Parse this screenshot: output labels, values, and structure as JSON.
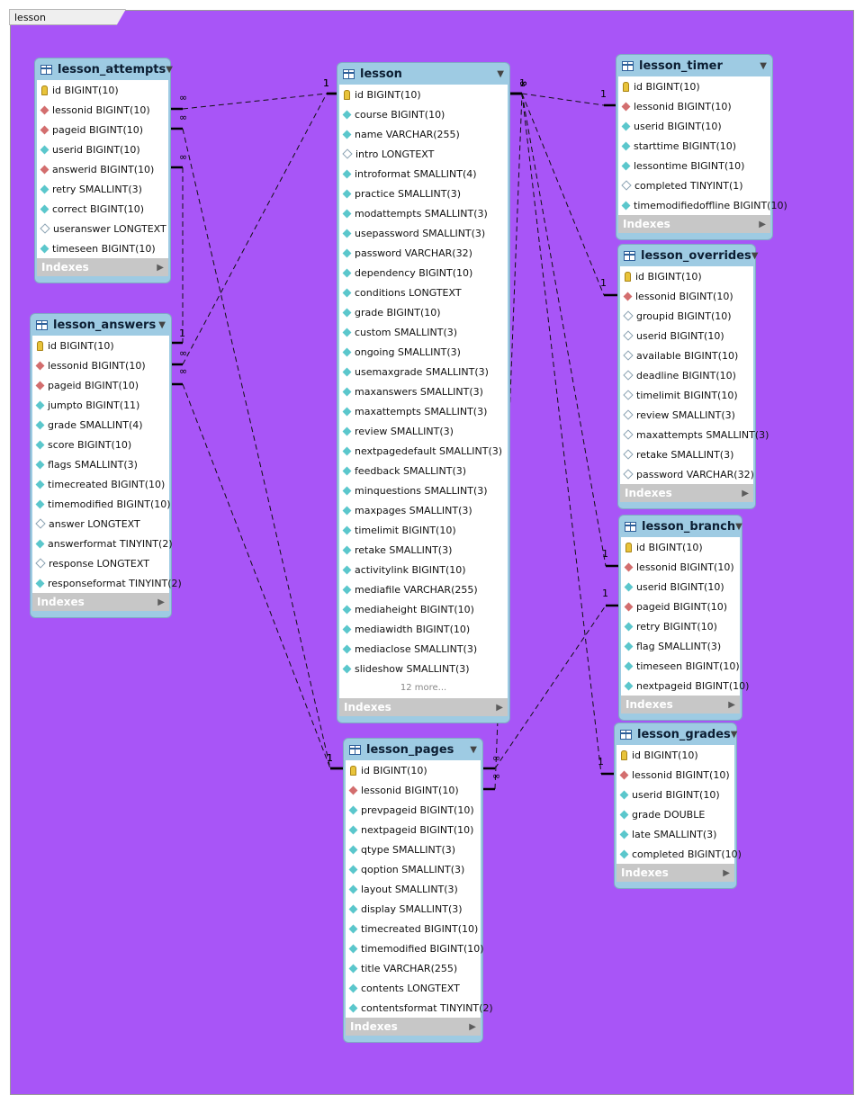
{
  "diagram_title": "lesson",
  "colors": {
    "canvas": "#a855f7",
    "table_header": "#9ecbe3",
    "indexes_bar": "#c7c7c7",
    "primary_key_icon": "#e8c33a",
    "foreign_key_icon": "#d36e6e",
    "not_null_icon": "#5bc7cc"
  },
  "indexes_label": "Indexes",
  "tables": [
    {
      "name": "lesson_attempts",
      "columns": [
        {
          "text": "id BIGINT(10)",
          "kind": "key"
        },
        {
          "text": "lessonid BIGINT(10)",
          "kind": "fk"
        },
        {
          "text": "pageid BIGINT(10)",
          "kind": "fk"
        },
        {
          "text": "userid BIGINT(10)",
          "kind": "nn"
        },
        {
          "text": "answerid BIGINT(10)",
          "kind": "fk"
        },
        {
          "text": "retry SMALLINT(3)",
          "kind": "nn"
        },
        {
          "text": "correct BIGINT(10)",
          "kind": "nn"
        },
        {
          "text": "useranswer LONGTEXT",
          "kind": "null"
        },
        {
          "text": "timeseen BIGINT(10)",
          "kind": "nn"
        }
      ]
    },
    {
      "name": "lesson_answers",
      "columns": [
        {
          "text": "id BIGINT(10)",
          "kind": "key"
        },
        {
          "text": "lessonid BIGINT(10)",
          "kind": "fk"
        },
        {
          "text": "pageid BIGINT(10)",
          "kind": "fk"
        },
        {
          "text": "jumpto BIGINT(11)",
          "kind": "nn"
        },
        {
          "text": "grade SMALLINT(4)",
          "kind": "nn"
        },
        {
          "text": "score BIGINT(10)",
          "kind": "nn"
        },
        {
          "text": "flags SMALLINT(3)",
          "kind": "nn"
        },
        {
          "text": "timecreated BIGINT(10)",
          "kind": "nn"
        },
        {
          "text": "timemodified BIGINT(10)",
          "kind": "nn"
        },
        {
          "text": "answer LONGTEXT",
          "kind": "null"
        },
        {
          "text": "answerformat TINYINT(2)",
          "kind": "nn"
        },
        {
          "text": "response LONGTEXT",
          "kind": "null"
        },
        {
          "text": "responseformat TINYINT(2)",
          "kind": "nn"
        }
      ]
    },
    {
      "name": "lesson",
      "more": "12 more...",
      "columns": [
        {
          "text": "id BIGINT(10)",
          "kind": "key"
        },
        {
          "text": "course BIGINT(10)",
          "kind": "nn"
        },
        {
          "text": "name VARCHAR(255)",
          "kind": "nn"
        },
        {
          "text": "intro LONGTEXT",
          "kind": "null"
        },
        {
          "text": "introformat SMALLINT(4)",
          "kind": "nn"
        },
        {
          "text": "practice SMALLINT(3)",
          "kind": "nn"
        },
        {
          "text": "modattempts SMALLINT(3)",
          "kind": "nn"
        },
        {
          "text": "usepassword SMALLINT(3)",
          "kind": "nn"
        },
        {
          "text": "password VARCHAR(32)",
          "kind": "nn"
        },
        {
          "text": "dependency BIGINT(10)",
          "kind": "nn"
        },
        {
          "text": "conditions LONGTEXT",
          "kind": "nn"
        },
        {
          "text": "grade BIGINT(10)",
          "kind": "nn"
        },
        {
          "text": "custom SMALLINT(3)",
          "kind": "nn"
        },
        {
          "text": "ongoing SMALLINT(3)",
          "kind": "nn"
        },
        {
          "text": "usemaxgrade SMALLINT(3)",
          "kind": "nn"
        },
        {
          "text": "maxanswers SMALLINT(3)",
          "kind": "nn"
        },
        {
          "text": "maxattempts SMALLINT(3)",
          "kind": "nn"
        },
        {
          "text": "review SMALLINT(3)",
          "kind": "nn"
        },
        {
          "text": "nextpagedefault SMALLINT(3)",
          "kind": "nn"
        },
        {
          "text": "feedback SMALLINT(3)",
          "kind": "nn"
        },
        {
          "text": "minquestions SMALLINT(3)",
          "kind": "nn"
        },
        {
          "text": "maxpages SMALLINT(3)",
          "kind": "nn"
        },
        {
          "text": "timelimit BIGINT(10)",
          "kind": "nn"
        },
        {
          "text": "retake SMALLINT(3)",
          "kind": "nn"
        },
        {
          "text": "activitylink BIGINT(10)",
          "kind": "nn"
        },
        {
          "text": "mediafile VARCHAR(255)",
          "kind": "nn"
        },
        {
          "text": "mediaheight BIGINT(10)",
          "kind": "nn"
        },
        {
          "text": "mediawidth BIGINT(10)",
          "kind": "nn"
        },
        {
          "text": "mediaclose SMALLINT(3)",
          "kind": "nn"
        },
        {
          "text": "slideshow SMALLINT(3)",
          "kind": "nn"
        }
      ]
    },
    {
      "name": "lesson_pages",
      "columns": [
        {
          "text": "id BIGINT(10)",
          "kind": "key"
        },
        {
          "text": "lessonid BIGINT(10)",
          "kind": "fk"
        },
        {
          "text": "prevpageid BIGINT(10)",
          "kind": "nn"
        },
        {
          "text": "nextpageid BIGINT(10)",
          "kind": "nn"
        },
        {
          "text": "qtype SMALLINT(3)",
          "kind": "nn"
        },
        {
          "text": "qoption SMALLINT(3)",
          "kind": "nn"
        },
        {
          "text": "layout SMALLINT(3)",
          "kind": "nn"
        },
        {
          "text": "display SMALLINT(3)",
          "kind": "nn"
        },
        {
          "text": "timecreated BIGINT(10)",
          "kind": "nn"
        },
        {
          "text": "timemodified BIGINT(10)",
          "kind": "nn"
        },
        {
          "text": "title VARCHAR(255)",
          "kind": "nn"
        },
        {
          "text": "contents LONGTEXT",
          "kind": "nn"
        },
        {
          "text": "contentsformat TINYINT(2)",
          "kind": "nn"
        }
      ]
    },
    {
      "name": "lesson_timer",
      "columns": [
        {
          "text": "id BIGINT(10)",
          "kind": "key"
        },
        {
          "text": "lessonid BIGINT(10)",
          "kind": "fk"
        },
        {
          "text": "userid BIGINT(10)",
          "kind": "nn"
        },
        {
          "text": "starttime BIGINT(10)",
          "kind": "nn"
        },
        {
          "text": "lessontime BIGINT(10)",
          "kind": "nn"
        },
        {
          "text": "completed TINYINT(1)",
          "kind": "null"
        },
        {
          "text": "timemodifiedoffline BIGINT(10)",
          "kind": "nn"
        }
      ]
    },
    {
      "name": "lesson_overrides",
      "columns": [
        {
          "text": "id BIGINT(10)",
          "kind": "key"
        },
        {
          "text": "lessonid BIGINT(10)",
          "kind": "fk"
        },
        {
          "text": "groupid BIGINT(10)",
          "kind": "null"
        },
        {
          "text": "userid BIGINT(10)",
          "kind": "null"
        },
        {
          "text": "available BIGINT(10)",
          "kind": "null"
        },
        {
          "text": "deadline BIGINT(10)",
          "kind": "null"
        },
        {
          "text": "timelimit BIGINT(10)",
          "kind": "null"
        },
        {
          "text": "review SMALLINT(3)",
          "kind": "null"
        },
        {
          "text": "maxattempts SMALLINT(3)",
          "kind": "null"
        },
        {
          "text": "retake SMALLINT(3)",
          "kind": "null"
        },
        {
          "text": "password VARCHAR(32)",
          "kind": "null"
        }
      ]
    },
    {
      "name": "lesson_branch",
      "columns": [
        {
          "text": "id BIGINT(10)",
          "kind": "key"
        },
        {
          "text": "lessonid BIGINT(10)",
          "kind": "fk"
        },
        {
          "text": "userid BIGINT(10)",
          "kind": "nn"
        },
        {
          "text": "pageid BIGINT(10)",
          "kind": "fk"
        },
        {
          "text": "retry BIGINT(10)",
          "kind": "nn"
        },
        {
          "text": "flag SMALLINT(3)",
          "kind": "nn"
        },
        {
          "text": "timeseen BIGINT(10)",
          "kind": "nn"
        },
        {
          "text": "nextpageid BIGINT(10)",
          "kind": "nn"
        }
      ]
    },
    {
      "name": "lesson_grades",
      "columns": [
        {
          "text": "id BIGINT(10)",
          "kind": "key"
        },
        {
          "text": "lessonid BIGINT(10)",
          "kind": "fk"
        },
        {
          "text": "userid BIGINT(10)",
          "kind": "nn"
        },
        {
          "text": "grade DOUBLE",
          "kind": "nn"
        },
        {
          "text": "late SMALLINT(3)",
          "kind": "nn"
        },
        {
          "text": "completed BIGINT(10)",
          "kind": "nn"
        }
      ]
    }
  ],
  "relationships": [
    {
      "from": "lesson_attempts.lessonid",
      "to": "lesson.id",
      "from_card": "∞",
      "to_card": "1"
    },
    {
      "from": "lesson_attempts.pageid",
      "to": "lesson_pages.id",
      "from_card": "∞",
      "to_card": "1"
    },
    {
      "from": "lesson_attempts.answerid",
      "to": "lesson_answers.id",
      "from_card": "∞",
      "to_card": "1"
    },
    {
      "from": "lesson_answers.lessonid",
      "to": "lesson.id",
      "from_card": "∞",
      "to_card": "1"
    },
    {
      "from": "lesson_answers.pageid",
      "to": "lesson_pages.id",
      "from_card": "∞",
      "to_card": "1"
    },
    {
      "from": "lesson_pages.lessonid",
      "to": "lesson.id",
      "from_card": "∞",
      "to_card": "1"
    },
    {
      "from": "lesson_timer.lessonid",
      "to": "lesson.id",
      "from_card": "∞",
      "to_card": "1"
    },
    {
      "from": "lesson_overrides.lessonid",
      "to": "lesson.id",
      "from_card": "∞",
      "to_card": "1"
    },
    {
      "from": "lesson_branch.lessonid",
      "to": "lesson.id",
      "from_card": "∞",
      "to_card": "1"
    },
    {
      "from": "lesson_branch.pageid",
      "to": "lesson_pages.id",
      "from_card": "∞",
      "to_card": "1"
    },
    {
      "from": "lesson_grades.lessonid",
      "to": "lesson.id",
      "from_card": "∞",
      "to_card": "1"
    }
  ]
}
